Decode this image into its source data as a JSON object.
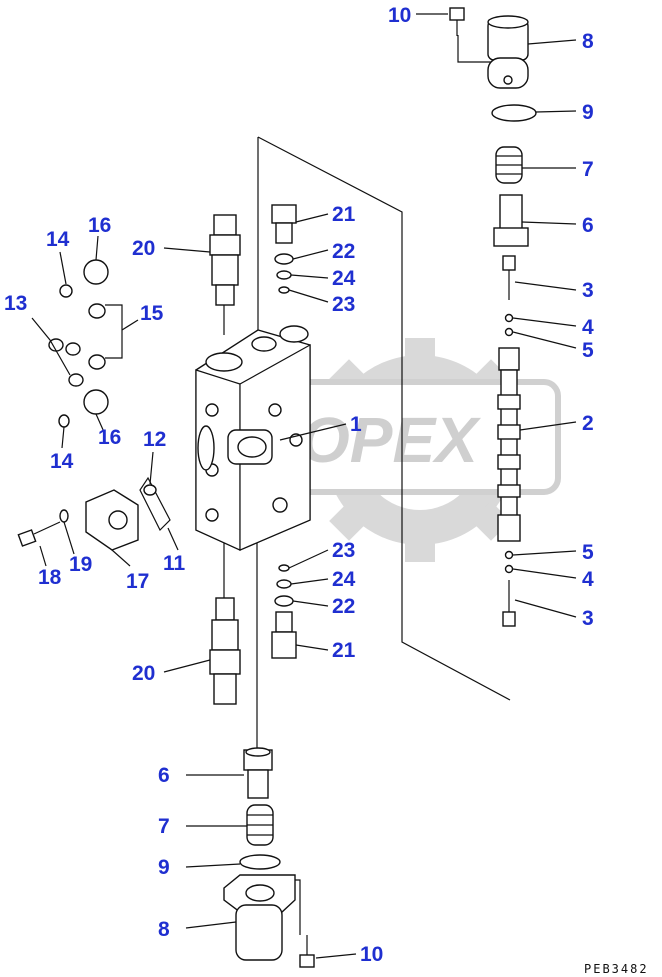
{
  "watermark_text": "OPEX",
  "drawing_code": "PEB3482",
  "callouts": [
    {
      "id": "c-10-top",
      "label": "10"
    },
    {
      "id": "c-8-top",
      "label": "8"
    },
    {
      "id": "c-9-top",
      "label": "9"
    },
    {
      "id": "c-7-top",
      "label": "7"
    },
    {
      "id": "c-6-top",
      "label": "6"
    },
    {
      "id": "c-3-top",
      "label": "3"
    },
    {
      "id": "c-4-top",
      "label": "4"
    },
    {
      "id": "c-5-top",
      "label": "5"
    },
    {
      "id": "c-2",
      "label": "2"
    },
    {
      "id": "c-5-bot",
      "label": "5"
    },
    {
      "id": "c-4-bot",
      "label": "4"
    },
    {
      "id": "c-3-bot",
      "label": "3"
    },
    {
      "id": "c-21-top",
      "label": "21"
    },
    {
      "id": "c-22-top",
      "label": "22"
    },
    {
      "id": "c-24-top",
      "label": "24"
    },
    {
      "id": "c-23-top",
      "label": "23"
    },
    {
      "id": "c-1",
      "label": "1"
    },
    {
      "id": "c-23-bot",
      "label": "23"
    },
    {
      "id": "c-24-bot",
      "label": "24"
    },
    {
      "id": "c-22-bot",
      "label": "22"
    },
    {
      "id": "c-21-bot",
      "label": "21"
    },
    {
      "id": "c-20-top",
      "label": "20"
    },
    {
      "id": "c-20-bot",
      "label": "20"
    },
    {
      "id": "c-14-top",
      "label": "14"
    },
    {
      "id": "c-16-top",
      "label": "16"
    },
    {
      "id": "c-13",
      "label": "13"
    },
    {
      "id": "c-15",
      "label": "15"
    },
    {
      "id": "c-16-bot",
      "label": "16"
    },
    {
      "id": "c-14-bot",
      "label": "14"
    },
    {
      "id": "c-12",
      "label": "12"
    },
    {
      "id": "c-11",
      "label": "11"
    },
    {
      "id": "c-17",
      "label": "17"
    },
    {
      "id": "c-18",
      "label": "18"
    },
    {
      "id": "c-19",
      "label": "19"
    },
    {
      "id": "c-6-bot",
      "label": "6"
    },
    {
      "id": "c-7-bot",
      "label": "7"
    },
    {
      "id": "c-9-bot",
      "label": "9"
    },
    {
      "id": "c-8-bot",
      "label": "8"
    },
    {
      "id": "c-10-bot",
      "label": "10"
    }
  ]
}
